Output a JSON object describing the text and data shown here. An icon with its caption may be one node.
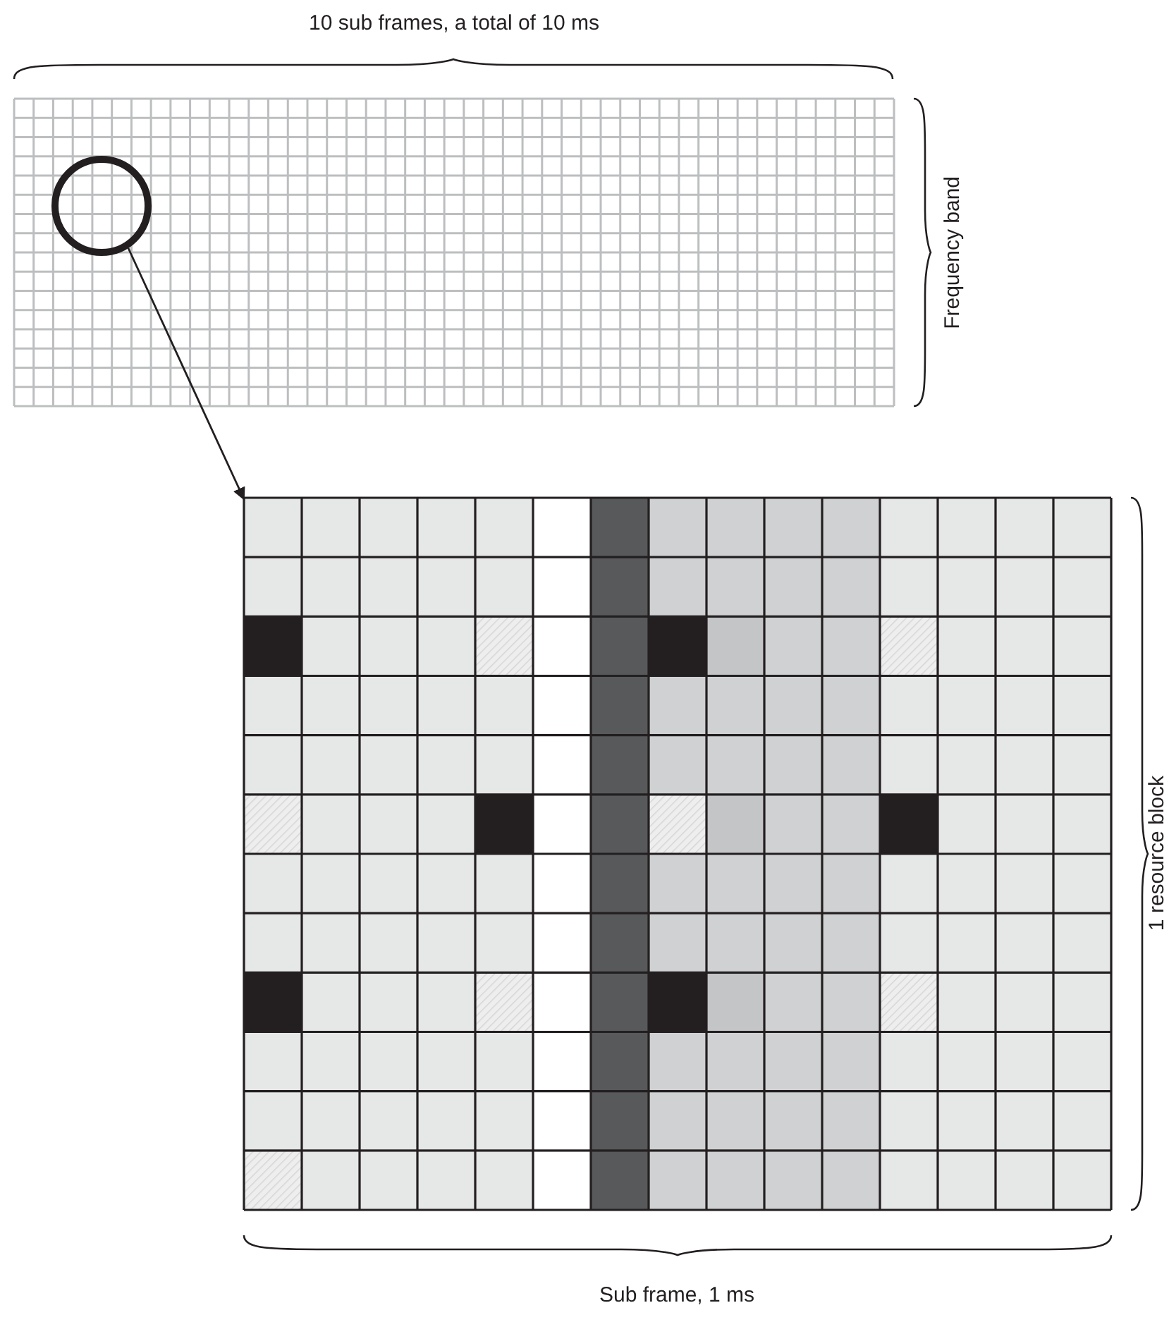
{
  "diagram": {
    "nodes": [
      {
        "text": [],
        "shape": "picture"
      },
      {
        "text": [],
        "shape": "circle",
        "in": 0
      },
      {
        "text": [],
        "shape": "picture"
      }
    ],
    "edges": [
      {
        "from": 1,
        "to": 2,
        "arrow": "to"
      }
    ],
    "labels": [
      "10 sub frames, a total of 10 ms",
      "Frequency band",
      "1 resource block",
      "Sub frame, 1 ms"
    ]
  }
}
